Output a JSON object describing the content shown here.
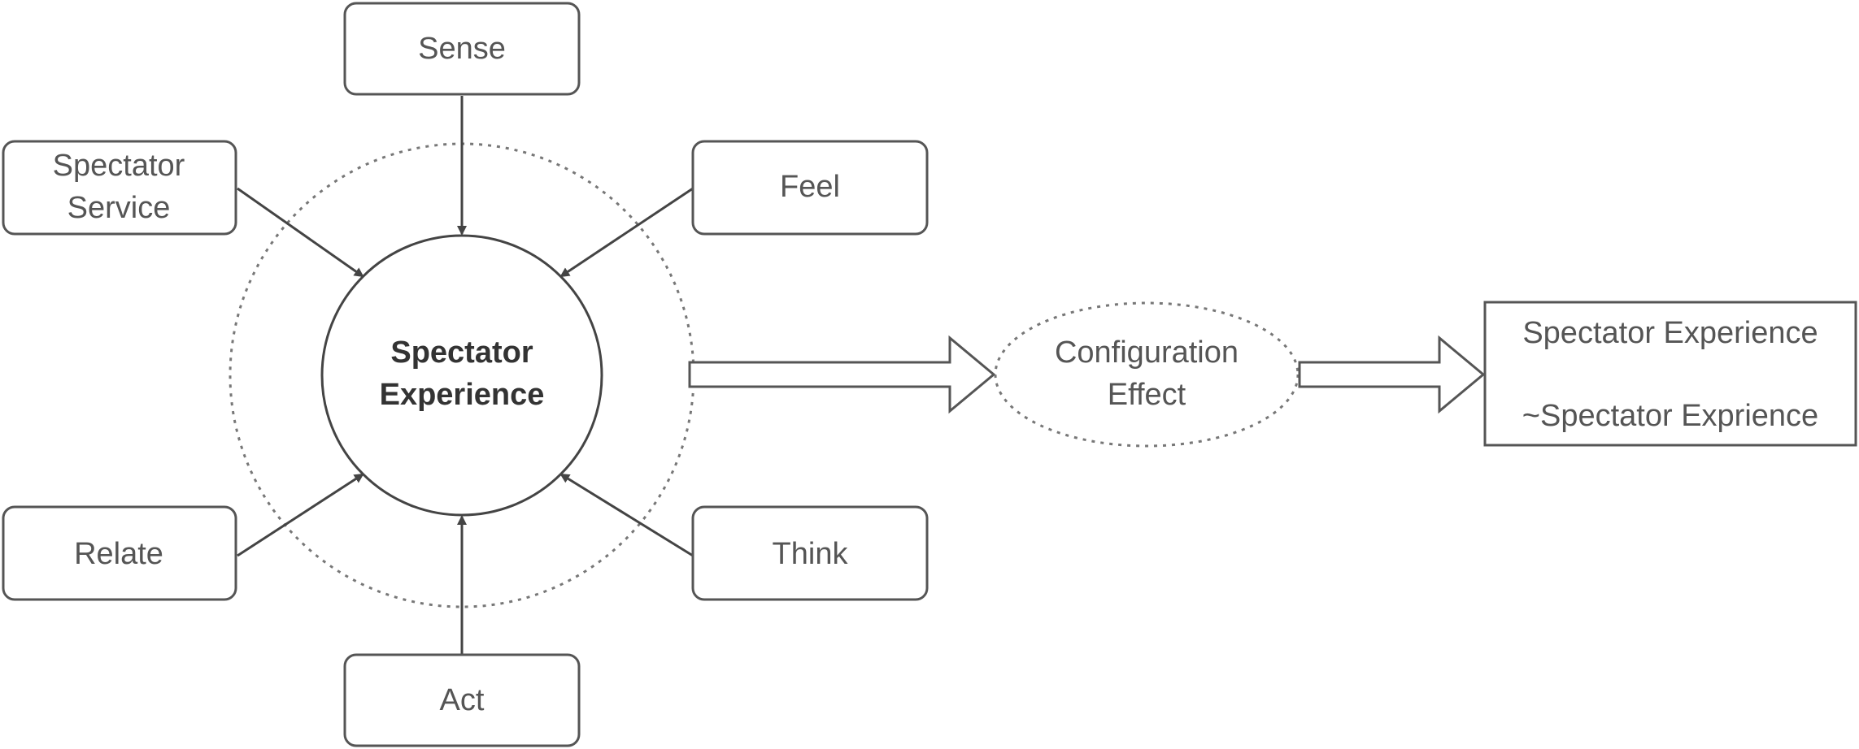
{
  "diagram": {
    "nodes": {
      "sense": "Sense",
      "spectator_service_line1": "Spectator",
      "spectator_service_line2": "Service",
      "feel": "Feel",
      "relate": "Relate",
      "think": "Think",
      "act": "Act",
      "center_line1": "Spectator",
      "center_line2": "Experience",
      "config_line1": "Configuration",
      "config_line2": "Effect",
      "result_line1": "Spectator Experience",
      "result_line2": "~Spectator Exprience"
    },
    "colors": {
      "stroke": "#555555",
      "dotted": "#777777",
      "text": "#555555"
    }
  }
}
